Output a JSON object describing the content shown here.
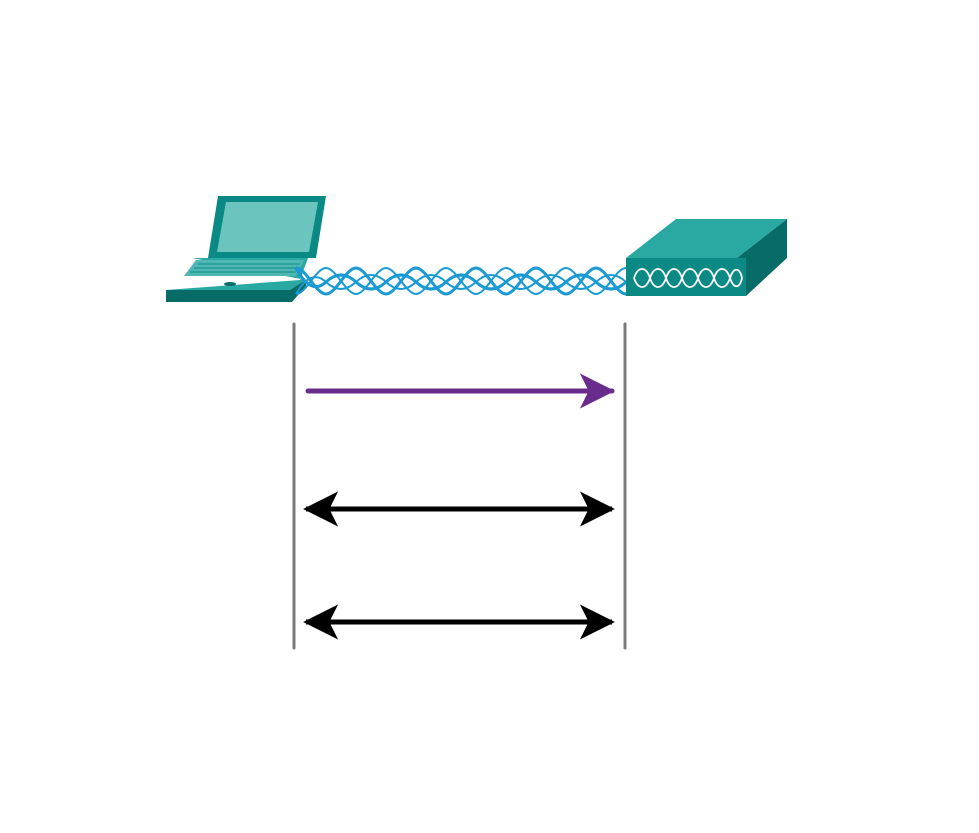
{
  "diagram": {
    "devices": [
      {
        "id": "laptop",
        "icon": "laptop-icon"
      },
      {
        "id": "wireless-device",
        "icon": "wireless-access-point-icon"
      }
    ],
    "link": {
      "kind": "wireless",
      "icon": "wireless-signal-icon"
    },
    "exchanges": [
      {
        "id": "request",
        "direction": "laptop-to-device",
        "arrow_style": "single-headed"
      },
      {
        "id": "exchange-2",
        "direction": "bidirectional",
        "arrow_style": "double-headed"
      },
      {
        "id": "exchange-3",
        "direction": "bidirectional",
        "arrow_style": "double-headed"
      }
    ],
    "colors": {
      "device_teal": "#0b8a85",
      "device_teal_dark": "#076c68",
      "device_teal_light": "#2aa8a2",
      "screen": "#6cc4bf",
      "wave": "#1a9ad3",
      "lifeline": "#7a7a7a",
      "request_arrow": "#6a2c8c",
      "response_arrow": "#000000"
    }
  }
}
